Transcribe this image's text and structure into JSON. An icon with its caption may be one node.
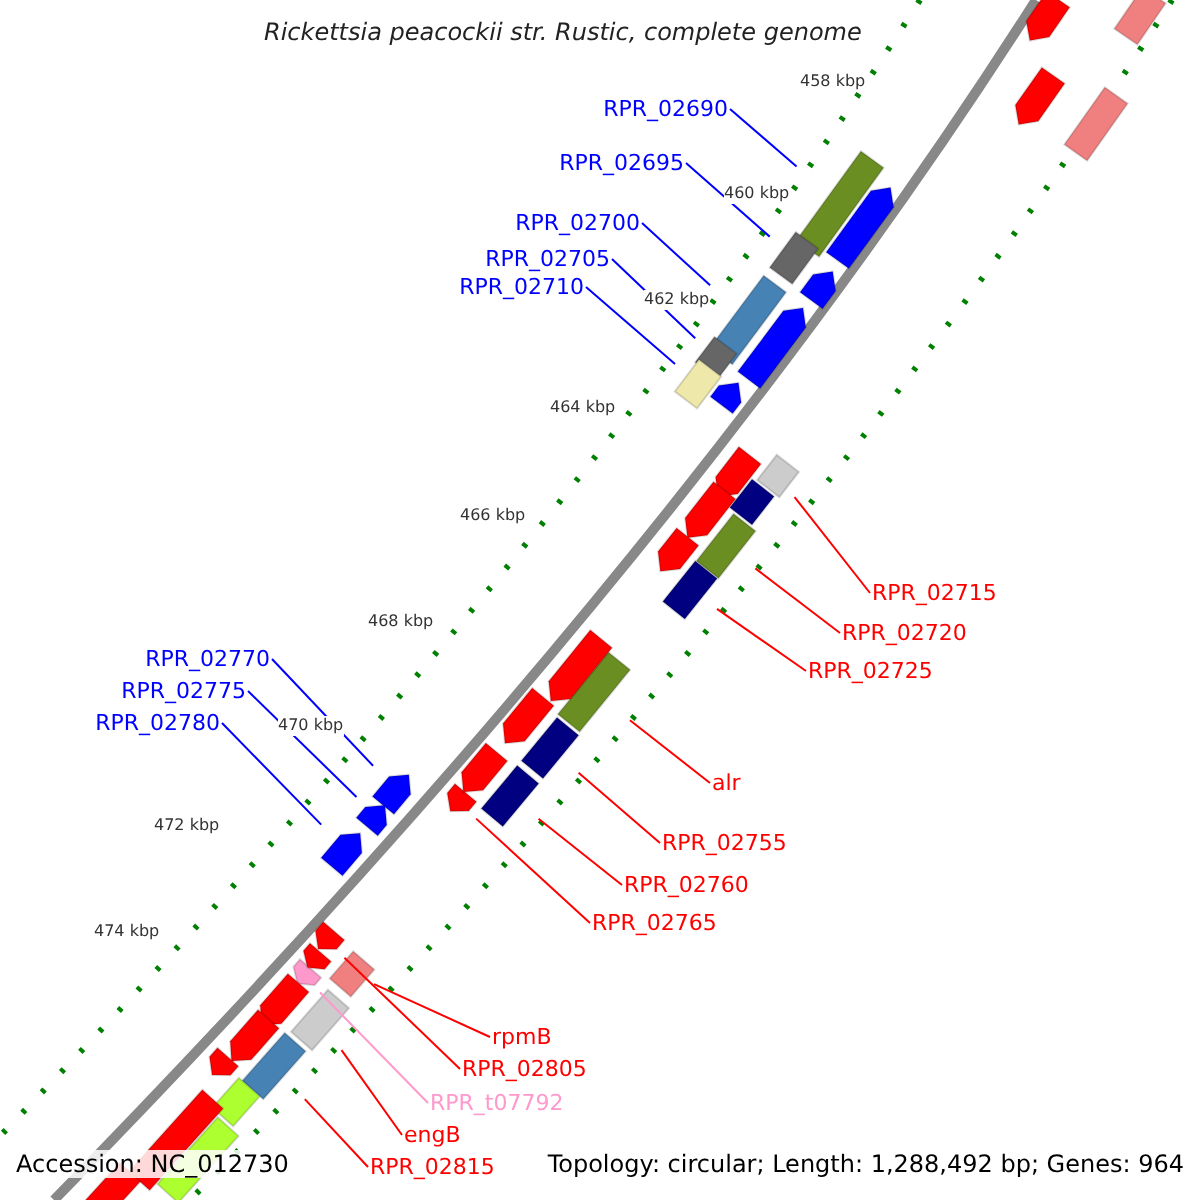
{
  "diagram": {
    "title": "Rickettsia peacockii str. Rustic, complete genome",
    "nodes": [
      {
        "text": [
          "RPR_02690"
        ]
      },
      {
        "text": [],
        "shape": "box"
      },
      {
        "text": [
          "RPR_02695"
        ]
      },
      {
        "text": [],
        "shape": "box"
      },
      {
        "text": [
          "RPR_02700"
        ]
      },
      {
        "text": [],
        "shape": "box"
      },
      {
        "text": [
          "RPR_02705"
        ]
      },
      {
        "text": [],
        "shape": "box"
      },
      {
        "text": [
          "RPR_02710"
        ]
      },
      {
        "text": [],
        "shape": "box"
      },
      {
        "text": [
          "RPR_02715"
        ]
      },
      {
        "text": [],
        "shape": "box"
      },
      {
        "text": [
          "RPR_02720"
        ]
      },
      {
        "text": [],
        "shape": "box"
      },
      {
        "text": [
          "RPR_02725"
        ]
      },
      {
        "text": [],
        "shape": "box"
      },
      {
        "text": [
          "RPR_02770"
        ]
      },
      {
        "text": [],
        "shape": "pentagon"
      },
      {
        "text": [
          "RPR_02775"
        ]
      },
      {
        "text": [],
        "shape": "pentagon"
      },
      {
        "text": [
          "RPR_02780"
        ]
      },
      {
        "text": [],
        "shape": "pentagon"
      },
      {
        "text": [
          "alr"
        ]
      },
      {
        "text": [],
        "shape": "box"
      },
      {
        "text": [
          "RPR_02755"
        ]
      },
      {
        "text": [],
        "shape": "box"
      },
      {
        "text": [
          "RPR_02760"
        ]
      },
      {
        "text": [],
        "shape": "box"
      },
      {
        "text": [
          "RPR_02765"
        ]
      },
      {
        "text": [],
        "shape": "pentagon"
      },
      {
        "text": [
          "rpmB"
        ]
      },
      {
        "text": [],
        "shape": "box"
      },
      {
        "text": [
          "RPR_02805"
        ]
      },
      {
        "text": [],
        "shape": "pentagon"
      },
      {
        "text": [
          "RPR_t07792"
        ]
      },
      {
        "text": [],
        "shape": "pentagon"
      },
      {
        "text": [
          "engB"
        ]
      },
      {
        "text": [],
        "shape": "box"
      },
      {
        "text": [
          "RPR_02815"
        ]
      },
      {
        "text": [],
        "shape": "box"
      },
      {
        "text": [],
        "shape": "pentagon"
      },
      {
        "text": [],
        "shape": "box"
      },
      {
        "text": [],
        "shape": "pentagon"
      },
      {
        "text": [],
        "shape": "box"
      },
      {
        "text": [],
        "shape": "pentagon"
      },
      {
        "text": [],
        "shape": "pentagon"
      },
      {
        "text": [],
        "shape": "pentagon"
      },
      {
        "text": [],
        "shape": "pentagon"
      },
      {
        "text": [],
        "shape": "pentagon"
      },
      {
        "text": [],
        "shape": "pentagon"
      },
      {
        "text": [],
        "shape": "box"
      },
      {
        "text": [],
        "shape": "pentagon"
      },
      {
        "text": [],
        "shape": "pentagon"
      },
      {
        "text": [],
        "shape": "pentagon"
      },
      {
        "text": [],
        "shape": "pentagon"
      },
      {
        "text": [],
        "shape": "pentagon"
      },
      {
        "text": [],
        "shape": "pentagon"
      },
      {
        "text": [],
        "shape": "pentagon"
      },
      {
        "text": [],
        "shape": "pentagon"
      },
      {
        "text": [],
        "shape": "box"
      },
      {
        "text": [],
        "shape": "box"
      },
      {
        "text": [],
        "shape": "box"
      },
      {
        "text": [],
        "shape": "box"
      }
    ],
    "edges": [
      {
        "from": 0,
        "to": 1,
        "arrow": "none",
        "color": "#0000ff"
      },
      {
        "from": 2,
        "to": 3,
        "arrow": "none",
        "color": "#0000ff"
      },
      {
        "from": 4,
        "to": 5,
        "arrow": "none",
        "color": "#0000ff"
      },
      {
        "from": 6,
        "to": 7,
        "arrow": "none",
        "color": "#0000ff"
      },
      {
        "from": 8,
        "to": 9,
        "arrow": "none",
        "color": "#0000ff"
      },
      {
        "from": 10,
        "to": 11,
        "arrow": "none"
      },
      {
        "from": 12,
        "to": 13,
        "arrow": "none"
      },
      {
        "from": 14,
        "to": 15,
        "arrow": "none"
      },
      {
        "from": 16,
        "to": 17,
        "arrow": "none",
        "color": "#0000ff"
      },
      {
        "from": 18,
        "to": 19,
        "arrow": "none",
        "color": "#0000ff"
      },
      {
        "from": 20,
        "to": 21,
        "arrow": "none",
        "color": "#0000ff"
      },
      {
        "from": 22,
        "to": 23,
        "arrow": "none"
      },
      {
        "from": 24,
        "to": 25,
        "arrow": "none"
      },
      {
        "from": 26,
        "to": 27,
        "arrow": "none"
      },
      {
        "from": 28,
        "to": 29,
        "arrow": "none"
      },
      {
        "from": 30,
        "to": 31,
        "arrow": "none"
      },
      {
        "from": 32,
        "to": 33,
        "arrow": "none"
      },
      {
        "from": 34,
        "to": 35,
        "arrow": "none",
        "color": "#ff99cc"
      },
      {
        "from": 36,
        "to": 37,
        "arrow": "none"
      },
      {
        "from": 38,
        "to": 39,
        "arrow": "none"
      }
    ],
    "labels": [
      "458 kbp",
      "460 kbp",
      "462 kbp",
      "464 kbp",
      "466 kbp",
      "468 kbp",
      "470 kbp",
      "472 kbp",
      "474 kbp",
      "Accession: NC_012730",
      "Topology: circular; Length: 1,288,492 bp; Genes: 964"
    ]
  }
}
